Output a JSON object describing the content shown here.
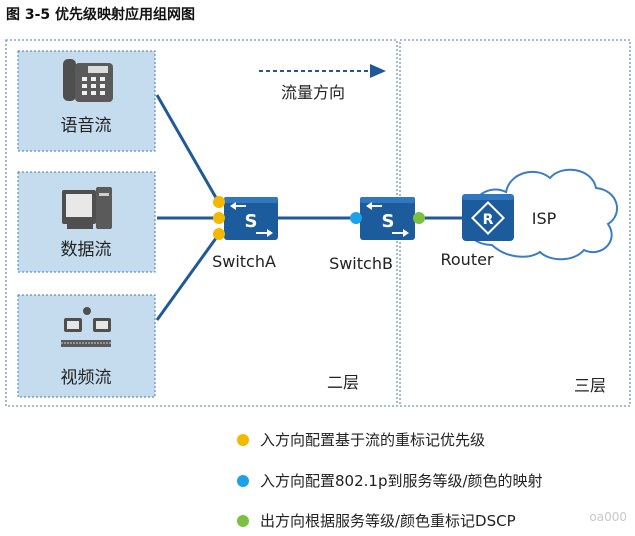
{
  "figure": {
    "title": "图 3-5 优先级映射应用组网图"
  },
  "layers": {
    "layer2": "二层",
    "layer3": "三层"
  },
  "flow_direction": "流量方向",
  "sources": [
    {
      "label": "语音流",
      "icon": "phone-icon"
    },
    {
      "label": "数据流",
      "icon": "computer-icon"
    },
    {
      "label": "视频流",
      "icon": "video-conference-icon"
    }
  ],
  "devices": {
    "switch_a": "SwitchA",
    "switch_b": "SwitchB",
    "router": "Router",
    "switch_glyph": "S",
    "router_glyph": "R",
    "isp": "ISP"
  },
  "legend": [
    {
      "text": "入方向配置基于流的重标记优先级",
      "color": "#f5b800"
    },
    {
      "text": "入方向配置802.1p到服务等级/颜色的映射",
      "color": "#1da1e8"
    },
    {
      "text": "出方向根据服务等级/颜色重标记DSCP",
      "color": "#7ac143"
    }
  ],
  "watermark": "oa000",
  "colors": {
    "box_fill": "#c5dcef",
    "box_border": "#4a79b8",
    "line": "#1f5a97",
    "device": "#1c5b9c"
  }
}
